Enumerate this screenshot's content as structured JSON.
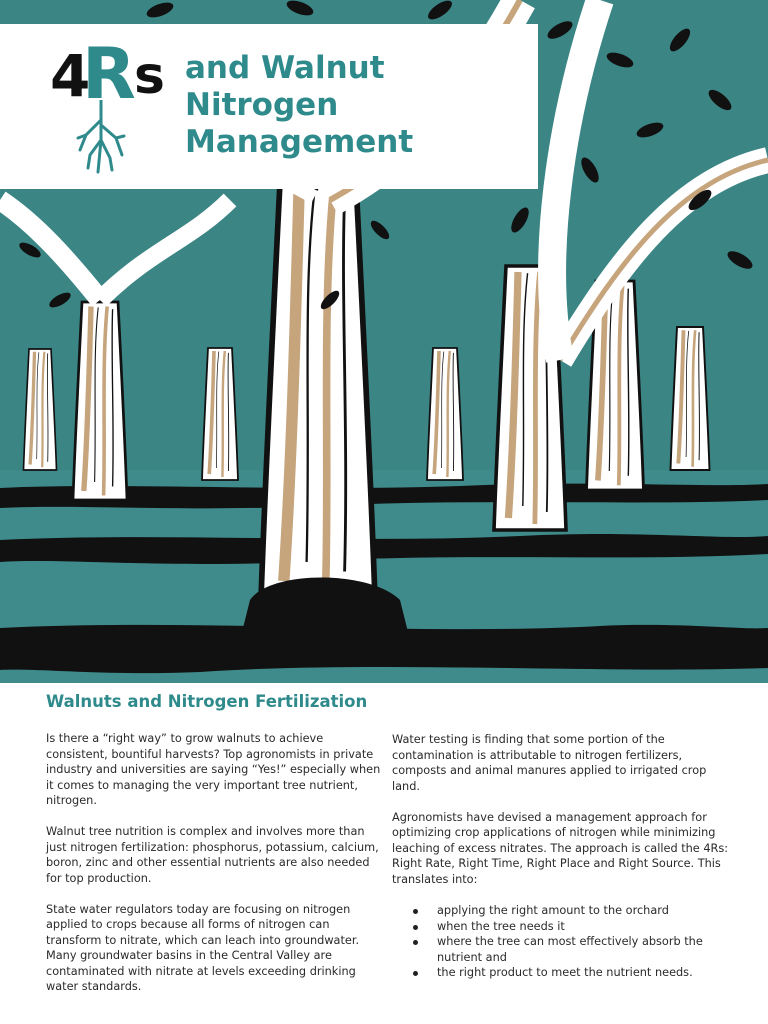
{
  "logo": {
    "four": "4",
    "r": "R",
    "s": "s"
  },
  "title": {
    "line1": "and Walnut",
    "line2": "Nitrogen",
    "line3": "Management"
  },
  "colors": {
    "teal": "#2f8a8c",
    "background_teal": "#3b8585",
    "bark_tan": "#c6a47c",
    "ink": "#111111"
  },
  "section": {
    "heading": "Walnuts and Nitrogen Fertilization"
  },
  "left_column": {
    "p1": "Is there a “right way” to grow walnuts to achieve consistent, bountiful harvests? Top agronomists in private industry and universities are saying “Yes!” especially when it comes to managing the very important tree nutrient, nitrogen.",
    "p2": "Walnut tree nutrition is complex and involves more than just nitrogen fertilization: phosphorus, potassium, calcium, boron, zinc and other essential nutrients are also needed for top production.",
    "p3": "State water regulators today are focusing on nitrogen applied to crops because all forms of nitrogen can transform to nitrate, which can leach into groundwater. Many groundwater basins in the Central Valley are contaminated with nitrate at levels exceeding drinking water standards."
  },
  "right_column": {
    "p1": "Water testing is finding that some portion of the contamination is attributable to nitrogen fertilizers, composts and animal manures applied to irrigated crop land.",
    "p2": "Agronomists have devised a management approach for optimizing crop applications of nitrogen while minimizing leaching of excess nitrates. The approach is called the 4Rs: Right Rate, Right Time, Right Place and Right Source. This translates into:",
    "bullets": [
      "applying the right amount to the orchard",
      "when the tree needs it",
      "where the tree can most effectively absorb the nutrient and",
      "the right product to meet the nutrient needs."
    ]
  }
}
